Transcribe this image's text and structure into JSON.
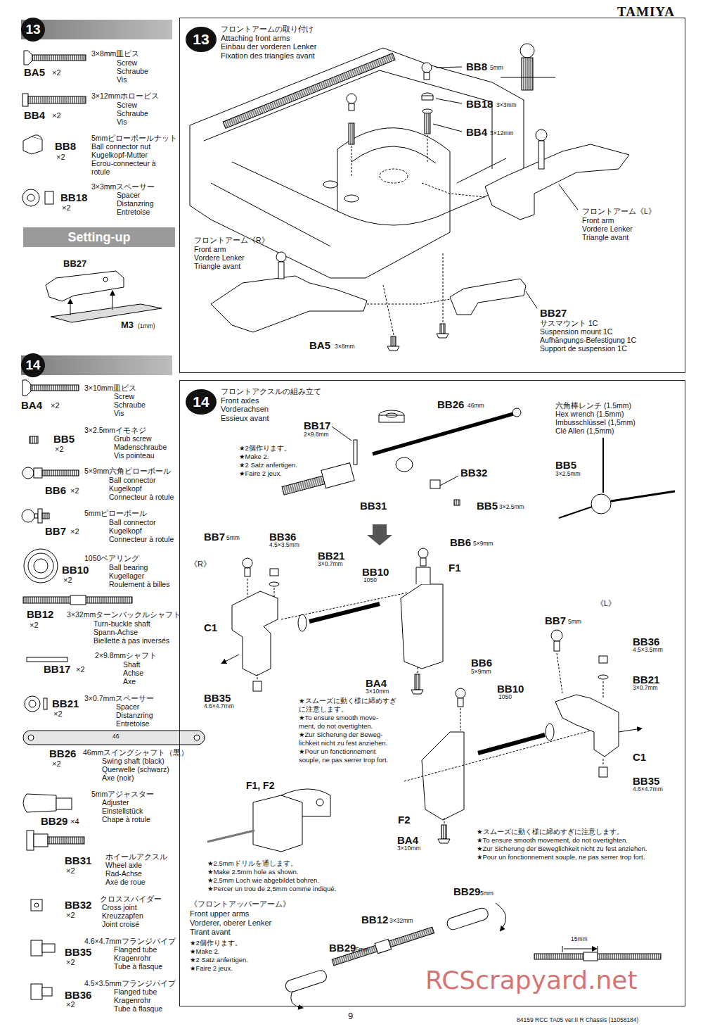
{
  "diagram": {
    "nodes": [
      {
        "text": [
          "13"
        ]
      },
      {
        "text": [
          "Setting-up"
        ]
      },
      {
        "text": [
          "14"
        ]
      },
      {
        "text": [
          "フロントアームの取り付け",
          "Attaching front arms",
          "Einbau der vorderen Lenker",
          "Fixation des triangles avant"
        ]
      },
      {
        "text": [
          "13"
        ],
        "in": 3
      },
      {
        "text": [
          "フロントアクスルの組み立て",
          "Front axles",
          "Vorderachsen",
          "Essieux avant"
        ]
      },
      {
        "text": [
          "14"
        ],
        "in": 5
      }
    ],
    "labels": [
      "3×8mm皿ビス",
      "Screw",
      "Schraube",
      "Vis",
      "BA5",
      "×2",
      "3×12mmホロービス",
      "Screw",
      "Schraube",
      "Vis",
      "BB4",
      "×2",
      "5mmピローボールナット",
      "Ball connector nut",
      "Kugelkopf-Mutter",
      "Ecrou-connecteur à",
      "rotule",
      "BB8",
      "×2",
      "3×3mmスペーサー",
      "Spacer",
      "Distanzring",
      "Entretoise",
      "BB18",
      "×2",
      "BB27",
      "M3",
      "(1mm)",
      "3×10mm皿ビス",
      "Screw",
      "Schraube",
      "Vis",
      "BA4",
      "×2",
      "3×2.5mmイモネジ",
      "Grub screw",
      "Madenschraube",
      "Vis pointeau",
      "BB5",
      "×2",
      "5×9mm六角ピローボール",
      "Ball connector",
      "Kugelkopf",
      "Connecteur à rotule",
      "BB6",
      "×2",
      "5mmピローボール",
      "Ball connector",
      "Kugelkopf",
      "Connecteur à rotule",
      "BB7",
      "×2",
      "1050ベアリング",
      "Ball bearing",
      "Kugellager",
      "Roulement à billes",
      "BB10",
      "×2",
      "BB12",
      "×2",
      "3×32mmターンバックルシャフト",
      "Turn-buckle shaft",
      "Spann-Achse",
      "Biellette à pas inversés",
      "2×9.8mmシャフト",
      "BB17",
      "×2",
      "Shaft",
      "Achse",
      "Axe",
      "3×0.7mmスペーサー",
      "BB21",
      "×2",
      "Spacer",
      "Distanzring",
      "Entretoise",
      "46",
      "BB26",
      "×2",
      "46mmスイングシャフト（黒）",
      "Swing shaft (black)",
      "Querwelle (schwarz)",
      "Axe (noir)",
      "5mmアジャスター",
      "Adjuster",
      "Einstellstück",
      "Chape à rotule",
      "BB29",
      "×4",
      "ホイールアクスル",
      "BB31",
      "×2",
      "Wheel axle",
      "Rad-Achse",
      "Axe de roue",
      "クロススパイダー",
      "BB32",
      "×2",
      "Cross joint",
      "Kreuzzapfen",
      "Joint croisé",
      "4.6×4.7mmフランジパイプ",
      "BB35",
      "×2",
      "Flanged tube",
      "Kragenrohr",
      "Tube à flasque",
      "4.5×3.5mmフランジパイプ",
      "BB36",
      "×2",
      "Flanged tube",
      "Kragenrohr",
      "Tube à flasque",
      "BB8",
      "5mm",
      "BB18",
      "3×3mm",
      "BB4",
      "3×12mm",
      "フロントアーム《L》",
      "Front arm",
      "Vordere Lenker",
      "Triangle avant",
      "フロントアーム《R》",
      "Front arm",
      "Vordere Lenker",
      "Triangle avant",
      "BB27",
      "サスマウント 1C",
      "Suspension mount 1C",
      "Aufhängungs-Befestigung 1C",
      "Support de suspension 1C",
      "BA5",
      "3×8mm",
      "BB26",
      "46mm",
      "六角棒レンチ (1.5mm)",
      "Hex wrench (1.5mm)",
      "Imbusschlüssel (1,5mm)",
      "Clé Allen (1,5mm)",
      "BB17",
      "2×9.8mm",
      "★2個作ります。",
      "★Make 2.",
      "★2 Satz anfertigen.",
      "★Faire 2 jeux.",
      "BB32",
      "BB5",
      "3×2.5mm",
      "BB31",
      "BB5",
      "3×2.5mm",
      "BB7",
      "5mm",
      "BB36",
      "4.5×3.5mm",
      "BB6",
      "5×9mm",
      "BB21",
      "3×0.7mm",
      "《R》",
      "BB10",
      "1050",
      "F1",
      "《L》",
      "BB7",
      "5mm",
      "BB36",
      "4.5×3.5mm",
      "BB21",
      "3×0.7mm",
      "C1",
      "BB6",
      "5×9mm",
      "BB10",
      "1050",
      "BB35",
      "4.6×4.7mm",
      "BA4",
      "3×10mm",
      "★スムーズに動く様に締めすぎ",
      "に注意します。",
      "★To ensure smooth move-",
      "ment, do not overtighten.",
      "★Zur Sicherung der Beweg-",
      "lichkeit nicht zu fest anziehen.",
      "★Pour un fonctionnement",
      "souple, ne pas serrer trop fort.",
      "C1",
      "BB35",
      "4.6×4.7mm",
      "F1, F2",
      "F2",
      "BA4",
      "3×10mm",
      "★スムーズに動く様に締めすぎに注意します。",
      "★To ensure smooth movement, do not overtighten.",
      "★Zur Sicherung der Beweglichkeit nicht zu fest anziehen.",
      "★Pour un fonctionnement souple, ne pas serrer trop fort.",
      "★2.5mmドリルを通します。",
      "★Make 2.5mm hole as shown.",
      "★2,5mm Loch wie abgebildet bohren.",
      "★Percer un trou de 2,5mm comme indiqué.",
      "《フロントアッパーアーム》",
      "Front upper arms",
      "Vorderer, oberer Lenker",
      "Tirant avant",
      "★2個作ります。",
      "★Make 2.",
      "★2 Satz anfertigen.",
      "★Faire 2 jeux.",
      "BB29",
      "5mm",
      "BB12",
      "3×32mm",
      "BB29",
      "5mm",
      "15mm",
      "TAMIYA",
      "9",
      "84159 RCC TA05 ver.II R Chassis (11058184)",
      "RCScrapyard.net"
    ]
  }
}
